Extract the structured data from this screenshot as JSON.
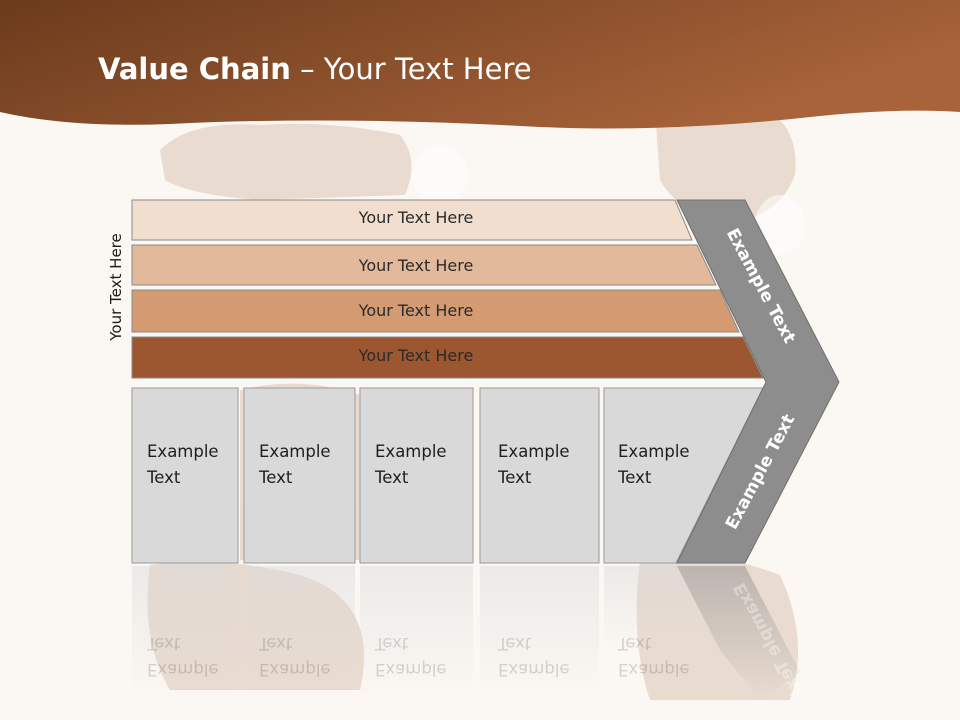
{
  "slide": {
    "title_bold": "Value Chain",
    "title_rest": " – Your Text Here",
    "side_label": "Your Text Here"
  },
  "bars": [
    {
      "label": "Your Text Here",
      "color": "#f1dece"
    },
    {
      "label": "Your Text Here",
      "color": "#e3b99b"
    },
    {
      "label": "Your Text Here",
      "color": "#d49b72"
    },
    {
      "label": "Your Text Here",
      "color": "#9d5730"
    }
  ],
  "activities": [
    {
      "line1": "Example",
      "line2": "Text"
    },
    {
      "line1": "Example",
      "line2": "Text"
    },
    {
      "line1": "Example",
      "line2": "Text"
    },
    {
      "line1": "Example",
      "line2": "Text"
    },
    {
      "line1": "Example",
      "line2": "Text"
    }
  ],
  "chevron": {
    "upper_label": "Example Text",
    "lower_label": "Example Text",
    "color": "#8d8d8d"
  },
  "colors": {
    "header_dark": "#6b3b1c",
    "header_light": "#a8633a",
    "box_fill": "#d9d9d9",
    "background": "#fbf7f3"
  }
}
